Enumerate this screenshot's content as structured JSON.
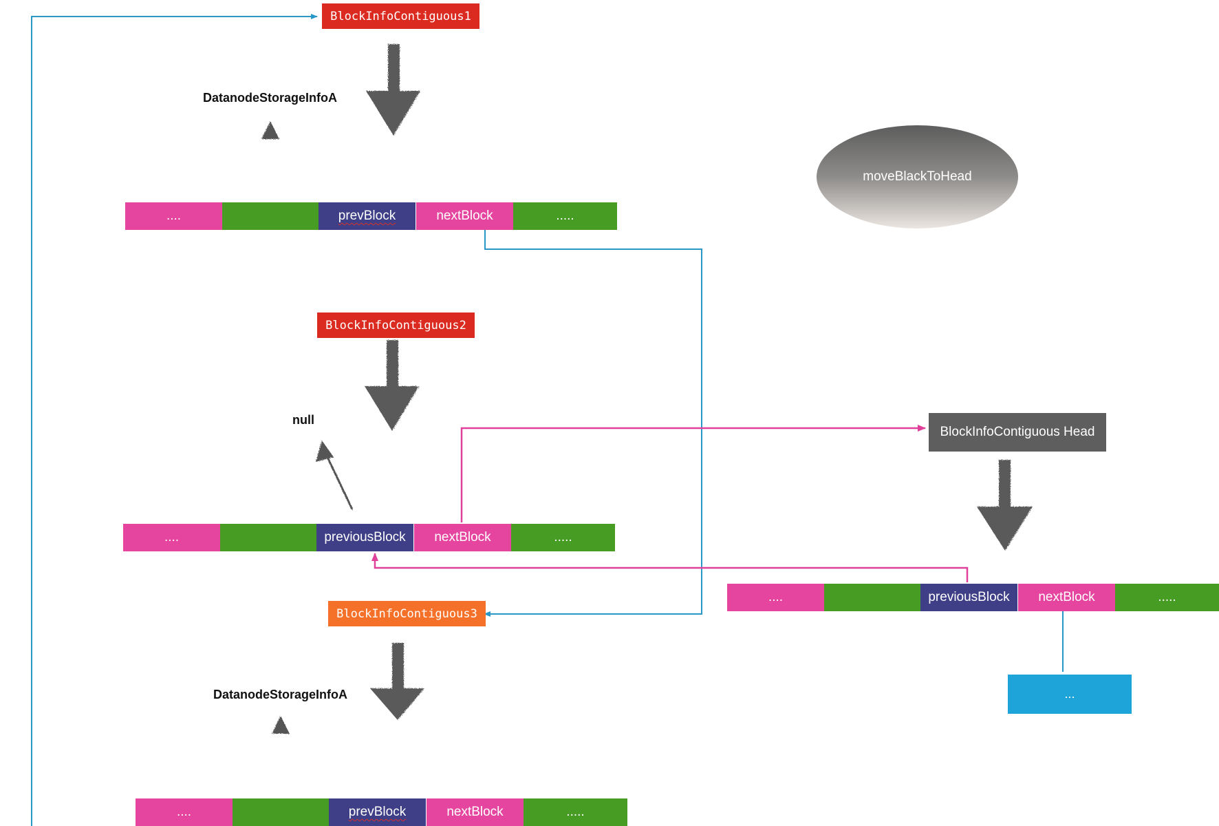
{
  "nodes": {
    "block1": "BlockInfoContiguous1",
    "block2": "BlockInfoContiguous2",
    "block3": "BlockInfoContiguous3",
    "head": "BlockInfoContiguous Head",
    "ellipse": "moveBlackToHead",
    "tail": "..."
  },
  "labels": {
    "storage_a_top": "DatanodeStorageInfoA",
    "null_label": "null",
    "storage_a_bottom": "DatanodeStorageInfoA"
  },
  "bar1": {
    "seg1": "....",
    "seg2": "",
    "seg3": "prevBlock",
    "seg4": "nextBlock",
    "seg5": "....."
  },
  "bar2": {
    "seg1": "....",
    "seg2": "",
    "seg3": "previousBlock",
    "seg4": "nextBlock",
    "seg5": "....."
  },
  "bar3": {
    "seg1": "....",
    "seg2": "",
    "seg3": "prevBlock",
    "seg4": "nextBlock",
    "seg5": "....."
  },
  "bar_head": {
    "seg1": "....",
    "seg2": "",
    "seg3": "previousBlock",
    "seg4": "nextBlock",
    "seg5": "....."
  },
  "colors": {
    "red": "#db2a1f",
    "orange": "#f57028",
    "pink": "#e5449f",
    "green": "#479d23",
    "navy": "#3e3f86",
    "gray": "#5e5e5e",
    "blue": "#1ea4d8",
    "link_blue": "#2a98c6",
    "link_pink": "#e0409a"
  }
}
